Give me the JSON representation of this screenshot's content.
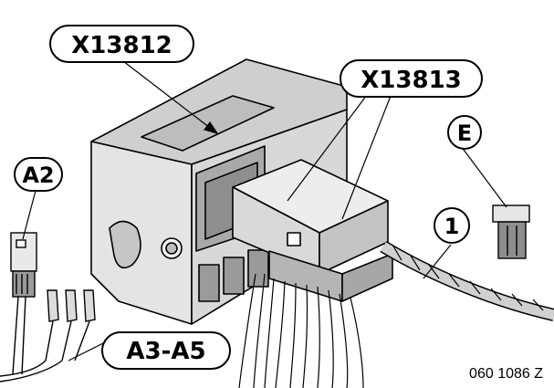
{
  "labels": {
    "connector_a": "X13812",
    "connector_b": "X13813",
    "pin_a2": "A2",
    "pins_a3_a5": "A3-A5",
    "item_e": "E",
    "item_1": "1"
  },
  "figure_code": "060 1086 Z"
}
